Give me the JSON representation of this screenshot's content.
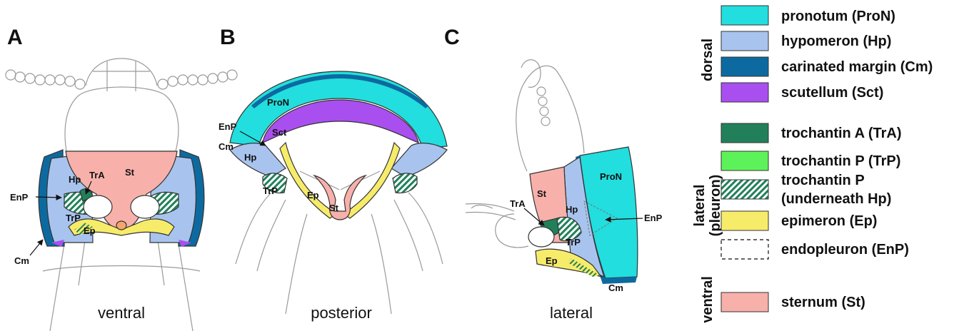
{
  "panels": {
    "a": {
      "letter": "A",
      "view": "ventral"
    },
    "b": {
      "letter": "B",
      "view": "posterior"
    },
    "c": {
      "letter": "C",
      "view": "lateral"
    }
  },
  "labels": {
    "pron": "ProN",
    "hp": "Hp",
    "cm": "Cm",
    "sct": "Sct",
    "tra": "TrA",
    "trp": "TrP",
    "ep": "Ep",
    "enp": "EnP",
    "st": "St"
  },
  "legend": {
    "groups": {
      "dorsal": "dorsal",
      "lateral": "lateral\n(pleuron)",
      "lateral_line1": "lateral",
      "lateral_line2": "(pleuron)",
      "ventral": "ventral"
    },
    "items": [
      {
        "key": "pron",
        "label": "pronotum (ProN)",
        "color": "#22dede"
      },
      {
        "key": "hp",
        "label": "hypomeron (Hp)",
        "color": "#a8c4ee"
      },
      {
        "key": "cm",
        "label": "carinated margin (Cm)",
        "color": "#0d6aa0"
      },
      {
        "key": "sct",
        "label": "scutellum (Sct)",
        "color": "#a94fef"
      },
      {
        "key": "tra",
        "label": "trochantin A (TrA)",
        "color": "#21805a"
      },
      {
        "key": "trp",
        "label": "trochantin P (TrP)",
        "color": "#5ef25a"
      },
      {
        "key": "trp_under",
        "label_line1": "trochantin P",
        "label_line2": "(underneath Hp)",
        "color": "#21805a",
        "pattern": "hatched"
      },
      {
        "key": "ep",
        "label": "epimeron (Ep)",
        "color": "#f7ec6a"
      },
      {
        "key": "enp",
        "label": "endopleuron (EnP)",
        "color": "#ffffff",
        "pattern": "dashed"
      },
      {
        "key": "st",
        "label": "sternum (St)",
        "color": "#f7b1aa"
      }
    ]
  }
}
